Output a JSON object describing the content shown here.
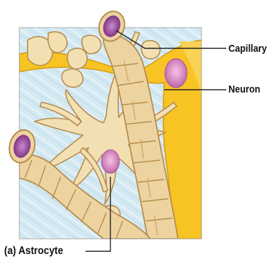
{
  "labels": {
    "capillary": "Capillary",
    "neuron": "Neuron",
    "astrocyte": "(a) Astrocyte"
  },
  "colors": {
    "background_fluid": "#cfe6f0",
    "astrocyte": "#f2dfb2",
    "astrocyte_outline": "#b58c4c",
    "neuron": "#f8c424",
    "capillary_lumen": "#8c3a90",
    "nucleus": "#d98cc4",
    "leader_lines": "#222222"
  }
}
